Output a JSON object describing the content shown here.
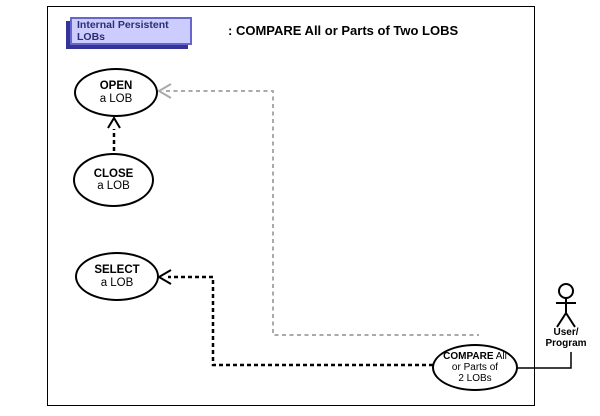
{
  "header": {
    "tag": {
      "line1": "Internal Persistent",
      "line2": "LOBs"
    },
    "title": ": COMPARE All or Parts of Two LOBS"
  },
  "use_cases": {
    "open": {
      "name": "OPEN",
      "line2": "a LOB"
    },
    "close": {
      "name": "CLOSE",
      "line2": "a LOB"
    },
    "select": {
      "name": "SELECT",
      "line2": "a LOB"
    },
    "compare": {
      "name": "COMPARE",
      "name_rest": " All",
      "line2": "or Parts of",
      "line3": "2 LOBs"
    }
  },
  "actor": {
    "line1": "User/",
    "line2": "Program"
  },
  "relationships": [
    {
      "from": "CLOSE a LOB",
      "to": "OPEN a LOB",
      "style": "dashed",
      "color": "black"
    },
    {
      "from": "COMPARE All or Parts of 2 LOBs",
      "to": "OPEN a LOB",
      "style": "dashed",
      "color": "gray"
    },
    {
      "from": "COMPARE All or Parts of 2 LOBs",
      "to": "SELECT a LOB",
      "style": "dashed",
      "color": "black"
    },
    {
      "from": "COMPARE All or Parts of 2 LOBs",
      "to": "User/Program",
      "style": "solid",
      "color": "black"
    }
  ],
  "colors": {
    "tag_fill": "#ccccff",
    "tag_border": "#6666cc",
    "tag_shadow": "#333399",
    "tag_text": "#2d2d73",
    "connector_gray": "#aaaaaa",
    "line_black": "#000000"
  }
}
